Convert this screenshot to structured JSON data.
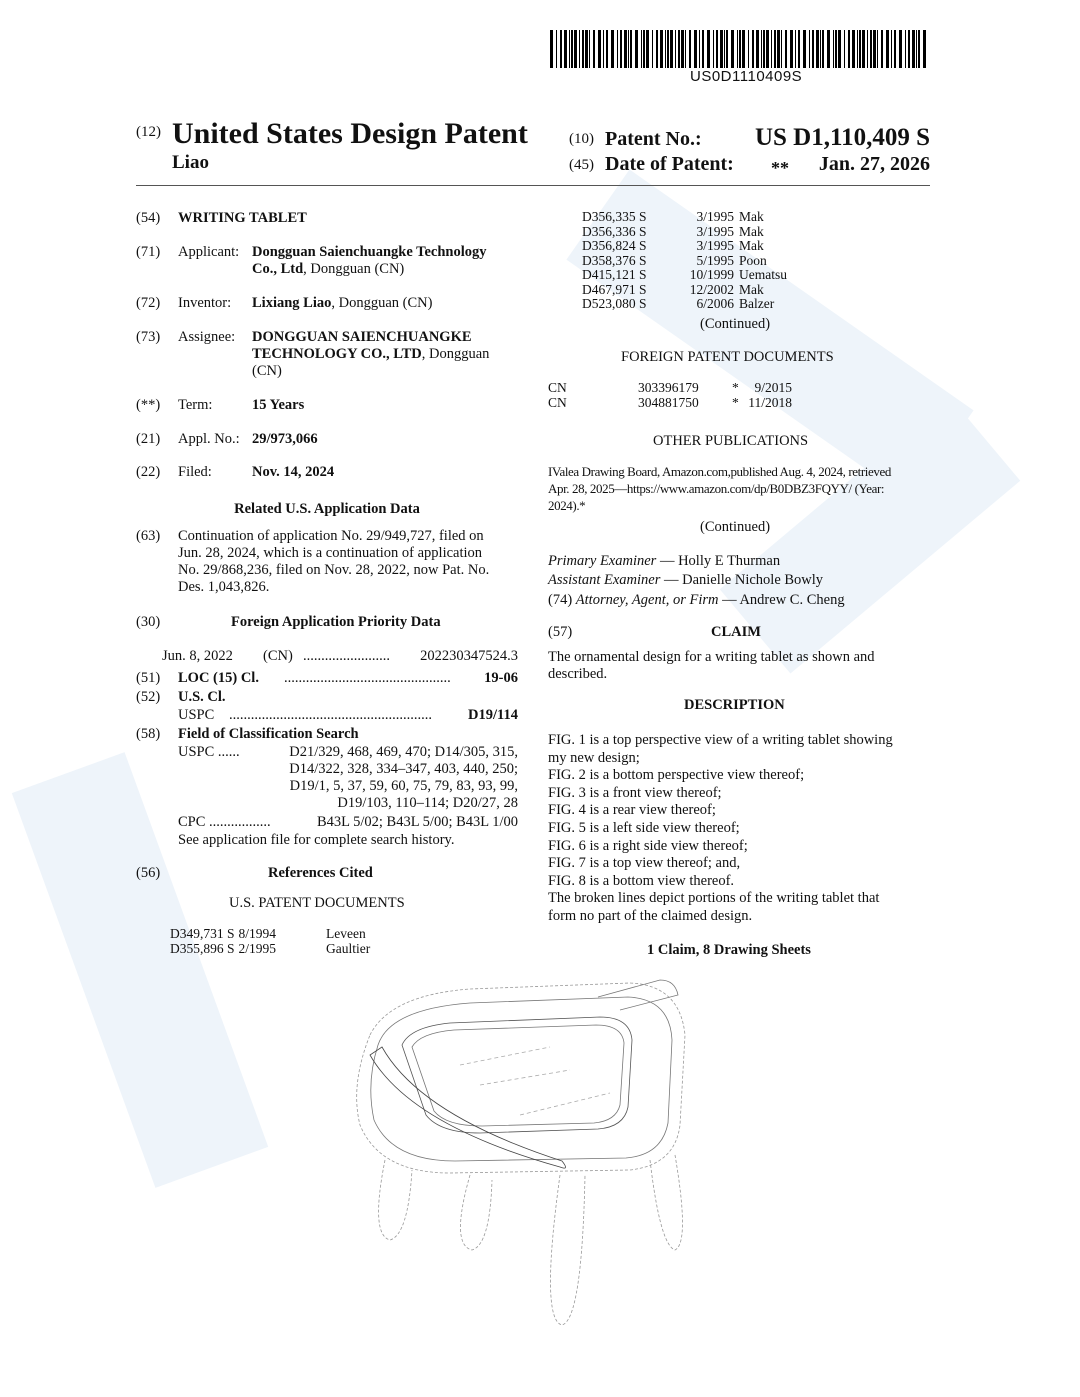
{
  "barcode": {
    "text": "US0D1110409S"
  },
  "header": {
    "code12": "(12)",
    "doc_type": "United States Design Patent",
    "inventor_short": "Liao",
    "code10": "(10)",
    "patent_no_label": "Patent No.:",
    "patent_no": "US D1,110,409 S",
    "code45": "(45)",
    "date_label": "Date of Patent:",
    "date_mark": "**",
    "date": "Jan. 27, 2026"
  },
  "left": {
    "title": {
      "code": "(54)",
      "value": "WRITING TABLET"
    },
    "applicant": {
      "code": "(71)",
      "label": "Applicant:",
      "name1": "Dongguan Saienchuangke Technology",
      "name2": "Co., Ltd",
      "loc": ", Dongguan (CN)"
    },
    "inventor": {
      "code": "(72)",
      "label": "Inventor:",
      "name": "Lixiang Liao",
      "loc": ", Dongguan (CN)"
    },
    "assignee": {
      "code": "(73)",
      "label": "Assignee:",
      "name1": "DONGGUAN SAIENCHUANGKE",
      "name2": "TECHNOLOGY CO., LTD",
      "loc": ", Dongguan",
      "loc2": "(CN)"
    },
    "term": {
      "code": "(**)",
      "label": "Term:",
      "value": "15 Years"
    },
    "appl": {
      "code": "(21)",
      "label": "Appl. No.:",
      "value": "29/973,066"
    },
    "filed": {
      "code": "(22)",
      "label": "Filed:",
      "value": "Nov. 14, 2024"
    },
    "related_heading": "Related U.S. Application Data",
    "continuation": {
      "code": "(63)",
      "lines": [
        "Continuation of application No. 29/949,727, filed on",
        "Jun. 28, 2024, which is a continuation of application",
        "No. 29/868,236, filed on Nov. 28, 2022, now Pat. No.",
        "Des. 1,043,826."
      ]
    },
    "foreign_priority": {
      "code": "(30)",
      "heading": "Foreign Application Priority Data",
      "date": "Jun. 8, 2022",
      "country": "(CN)",
      "dots": "........................",
      "number": "202230347524.3"
    },
    "loc": {
      "code": "(51)",
      "label": "LOC (15) Cl.",
      "dots": "..............................................",
      "value": "19-06"
    },
    "uscl": {
      "code": "(52)",
      "label": "U.S. Cl.",
      "sub": "USPC",
      "dots": "........................................................",
      "value": "D19/114"
    },
    "field": {
      "code": "(58)",
      "label": "Field of Classification Search",
      "uspc_label": "USPC",
      "uspc_dots": "......",
      "uspc_lines": [
        "D21/329, 468, 469, 470; D14/305, 315,",
        "D14/322, 328, 334–347, 403, 440, 250;",
        "D19/1, 5, 37, 59, 60, 75, 79, 83, 93, 99,",
        "D19/103, 110–114; D20/27, 28"
      ],
      "cpc_label": "CPC",
      "cpc_dots": ".................",
      "cpc_value": "B43L 5/02; B43L 5/00; B43L 1/00",
      "note": "See application file for complete search history."
    },
    "refs": {
      "code": "(56)",
      "heading": "References Cited",
      "sub": "U.S. PATENT DOCUMENTS",
      "rows": [
        [
          "D349,731 S",
          "8/1994",
          "Leveen"
        ],
        [
          "D355,896 S",
          "2/1995",
          "Gaultier"
        ]
      ]
    }
  },
  "right": {
    "refs_rows": [
      [
        "D356,335 S",
        "3/1995",
        "Mak"
      ],
      [
        "D356,336 S",
        "3/1995",
        "Mak"
      ],
      [
        "D356,824 S",
        "3/1995",
        "Mak"
      ],
      [
        "D358,376 S",
        "5/1995",
        "Poon"
      ],
      [
        "D415,121 S",
        "10/1999",
        "Uematsu"
      ],
      [
        "D467,971 S",
        "12/2002",
        "Mak"
      ],
      [
        "D523,080 S",
        "6/2006",
        "Balzer"
      ]
    ],
    "continued": "(Continued)",
    "foreign_heading": "FOREIGN PATENT DOCUMENTS",
    "foreign_rows": [
      [
        "CN",
        "303396179",
        "*",
        "9/2015"
      ],
      [
        "CN",
        "304881750",
        "*",
        "11/2018"
      ]
    ],
    "other_heading": "OTHER PUBLICATIONS",
    "other_lines": [
      "IValea Drawing Board, Amazon.com,published Aug. 4, 2024, retrieved",
      "Apr. 28, 2025—https://www.amazon.com/dp/B0DBZ3FQYY/ (Year:",
      "2024).*"
    ],
    "continued2": "(Continued)",
    "primary_label": "Primary Examiner",
    "primary": "— Holly E Thurman",
    "assistant_label": "Assistant Examiner",
    "assistant": "— Danielle Nichole Bowly",
    "attorney_code": "(74)",
    "attorney_label": "Attorney, Agent, or Firm",
    "attorney": "— Andrew C. Cheng",
    "claim_code": "(57)",
    "claim_heading": "CLAIM",
    "claim_lines": [
      "The ornamental design for a writing tablet as shown and",
      "described."
    ],
    "desc_heading": "DESCRIPTION",
    "desc_lines": [
      "FIG. 1 is a top perspective view of a writing tablet showing",
      "my new design;",
      "FIG. 2 is a bottom perspective view thereof;",
      "FIG. 3 is a front view thereof;",
      "FIG. 4 is a rear view thereof;",
      "FIG. 5 is a left side view thereof;",
      "FIG. 6 is a right side view thereof;",
      "FIG. 7 is a top view thereof; and,",
      "FIG. 8 is a bottom view thereof.",
      "The broken lines depict portions of the writing tablet that",
      "form no part of the claimed design."
    ],
    "summary": "1 Claim, 8 Drawing Sheets"
  }
}
